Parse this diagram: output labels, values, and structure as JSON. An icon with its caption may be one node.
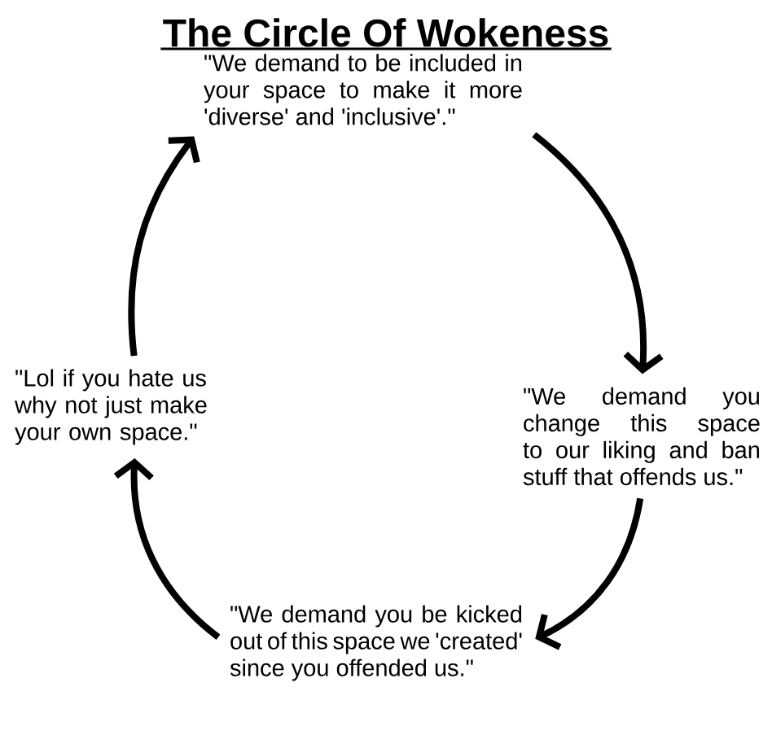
{
  "diagram": {
    "title": "The Circle Of Wokeness",
    "nodes": [
      {
        "text": [
          "\"We demand to be included in your space to make it more 'diverse' and 'inclusive'.\""
        ]
      },
      {
        "text": [
          "\"We demand you change this space to our liking and ban stuff that offends us.\""
        ]
      },
      {
        "text": [
          "\"We demand you be kicked out of this space we 'created' since you offended us.\""
        ]
      },
      {
        "text": [
          "\"Lol if you hate us why not just make your own space.\""
        ]
      }
    ],
    "edges": [
      {
        "from": 0,
        "to": 1,
        "arrow": "to"
      },
      {
        "from": 1,
        "to": 2,
        "arrow": "to"
      },
      {
        "from": 2,
        "to": 3,
        "arrow": "to"
      },
      {
        "from": 3,
        "to": 0,
        "arrow": "to"
      }
    ]
  }
}
